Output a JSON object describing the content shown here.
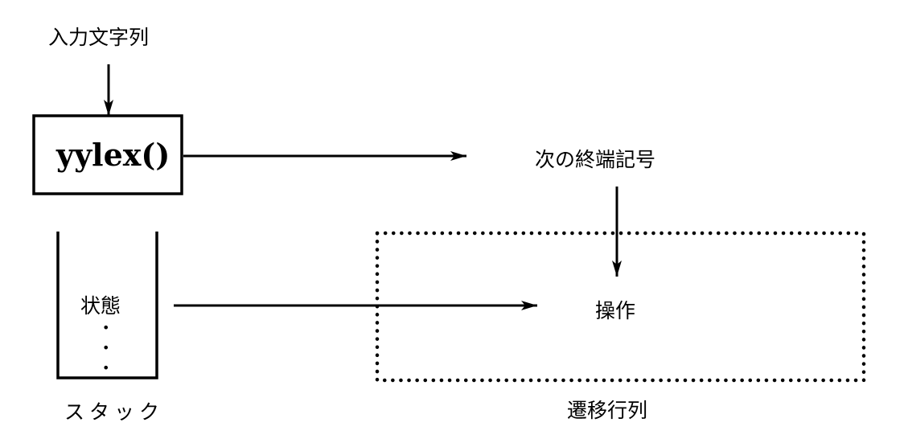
{
  "labels": {
    "input_string": "入力文字列",
    "lexer": "yylex()",
    "next_terminal": "次の終端記号",
    "state": "状態",
    "stack": "スタック",
    "action": "操作",
    "transition_matrix": "遷移行列"
  },
  "stack_ellipsis": [
    "•",
    "•",
    "•"
  ]
}
